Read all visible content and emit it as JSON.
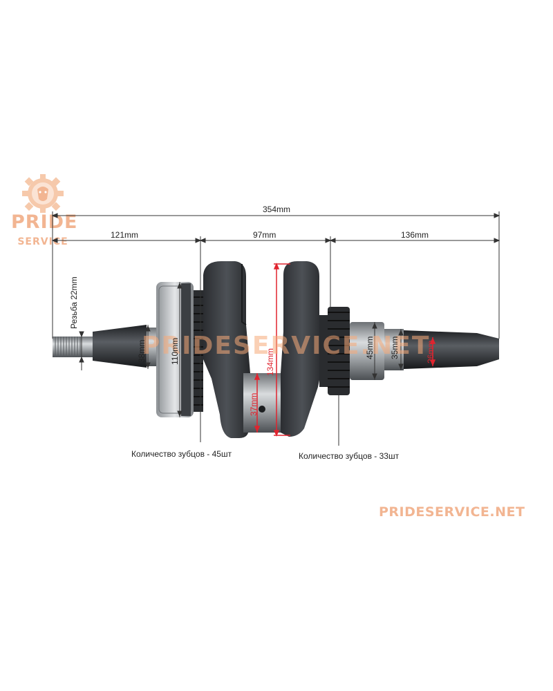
{
  "logo": {
    "line1": "PRIDE",
    "line2": "SERVICE",
    "icon": "gear-lion-icon",
    "color": "#f2b592"
  },
  "watermark": "PRIDESERVICE.NET",
  "website": "PRIDESERVICE.NET",
  "dimensions": {
    "total_length": "354mm",
    "left_section": "121mm",
    "middle_section": "97mm",
    "right_section": "136mm",
    "thread": "Резьба 22mm",
    "left_taper": "38mm",
    "bearing": "110mm",
    "stroke": "134mm",
    "crank_pin": "37mm",
    "right_collar": "45mm",
    "right_journal": "35mm",
    "output_shaft": "26mm"
  },
  "captions": {
    "left_gear_teeth": "Количество зубцов - 45шт",
    "right_gear_teeth": "Количество зубцов - 33шт"
  },
  "colors": {
    "dimension_line": "#222222",
    "highlight": "#e0242f",
    "iron": "#3a3d42",
    "steel": "#b8bcc0"
  }
}
